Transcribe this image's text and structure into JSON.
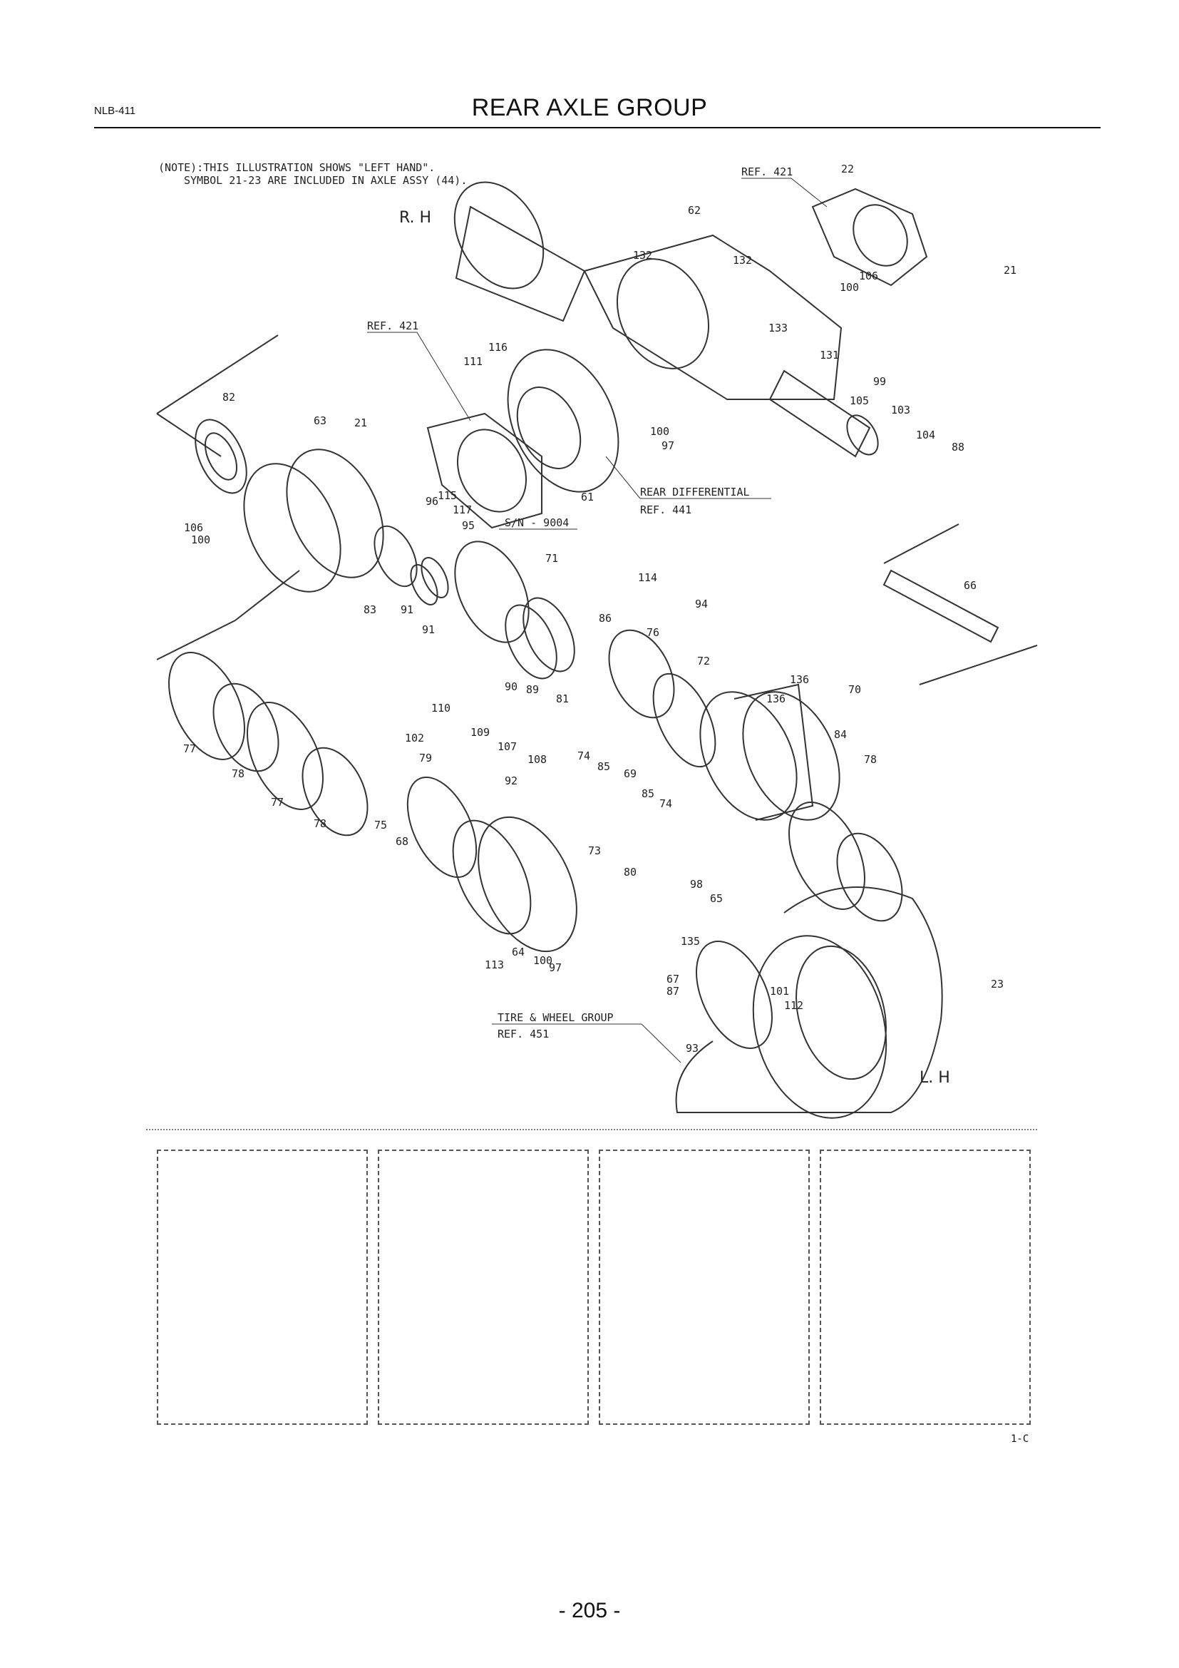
{
  "header": {
    "code": "NLB-411",
    "title": "REAR AXLE GROUP"
  },
  "notes": {
    "line1": "(NOTE):THIS ILLUSTRATION SHOWS \"LEFT HAND\".",
    "line2": "SYMBOL 21-23 ARE INCLUDED IN AXLE ASSY (44).",
    "rh": "R. H",
    "lh": "L. H"
  },
  "references": {
    "ref_top": "REF. 421",
    "ref_left": "REF. 421",
    "rear_diff_label": "REAR DIFFERENTIAL",
    "rear_diff_ref": "REF. 441",
    "sn": "S/N - 9004",
    "tire_label": "TIRE & WHEEL GROUP",
    "tire_ref": "REF. 451"
  },
  "callouts": [
    "22",
    "62",
    "132",
    "132",
    "21",
    "106",
    "100",
    "133",
    "116",
    "111",
    "131",
    "99",
    "105",
    "103",
    "104",
    "88",
    "82",
    "63",
    "21",
    "100",
    "97",
    "61",
    "106",
    "100",
    "96",
    "115",
    "117",
    "95",
    "71",
    "83",
    "91",
    "91",
    "114",
    "66",
    "94",
    "86",
    "76",
    "72",
    "136",
    "136",
    "70",
    "110",
    "90",
    "89",
    "81",
    "109",
    "107",
    "108",
    "84",
    "77",
    "102",
    "78",
    "79",
    "92",
    "74",
    "85",
    "69",
    "85",
    "74",
    "78",
    "77",
    "78",
    "75",
    "68",
    "73",
    "80",
    "98",
    "65",
    "64",
    "100",
    "97",
    "113",
    "135",
    "67",
    "87",
    "101",
    "112",
    "23",
    "93"
  ],
  "footer": {
    "figure_no": "1-C",
    "page_number": "- 205 -"
  }
}
